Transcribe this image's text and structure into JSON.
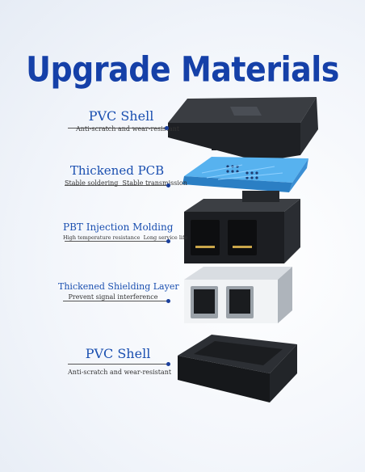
{
  "title": "Upgrade Materials",
  "layers": [
    {
      "name": "PVC Shell",
      "desc": [
        "Anti-scratch and wear-resistant"
      ]
    },
    {
      "name": "Thickened PCB",
      "desc": [
        "Stable soldering",
        "Stable transmission"
      ]
    },
    {
      "name": "PBT Injection Molding",
      "desc": [
        "High temperature resistance",
        "Long service life"
      ]
    },
    {
      "name": "Thickened Shielding Layer",
      "desc": [
        "Prevent signal interference"
      ]
    },
    {
      "name": "PVC Shell",
      "desc": [
        "Anti-scratch and wear-resistant"
      ]
    }
  ],
  "colors": {
    "title": "#1540a8",
    "label": "#1a4fb0",
    "pcb": "#3fa0e6",
    "shell": "#2a2c30"
  }
}
